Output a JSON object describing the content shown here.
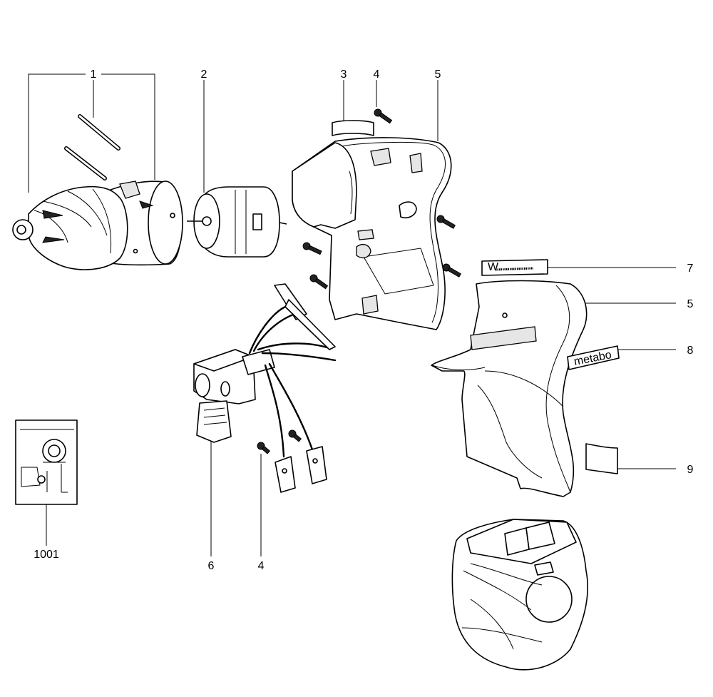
{
  "callouts": {
    "c1": "1",
    "c2": "2",
    "c3": "3",
    "c4_top": "4",
    "c5_top": "5",
    "c7": "7",
    "c5_right": "5",
    "c8": "8",
    "c9": "9",
    "c6": "6",
    "c4_bottom": "4",
    "c1001": "1001"
  },
  "labels": {
    "brand_badge": "metabo",
    "type_plate": "W"
  },
  "icons": {
    "gear_housing": "gearbox-assembly",
    "motor": "dc-motor",
    "left_shell": "housing-shell-left",
    "right_shell": "housing-shell-right",
    "switch": "trigger-switch",
    "battery": "battery-pack",
    "detail": "wiring-detail-inset"
  }
}
